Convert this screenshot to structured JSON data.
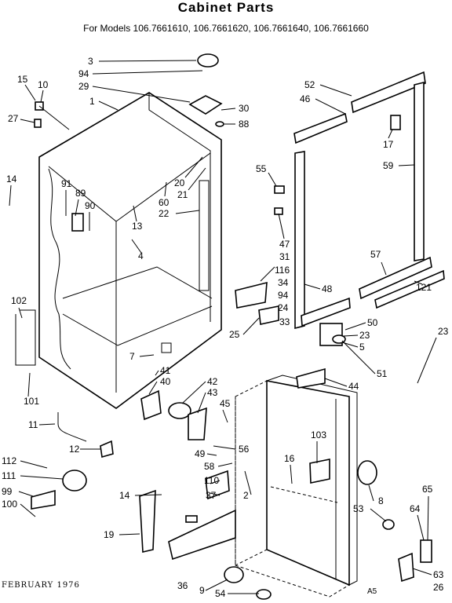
{
  "title": "Cabinet Parts",
  "subtitle": "For Models 106.7661610, 106.7661620, 106.7661640, 106.7661660",
  "footer": "FEBRUARY 1976",
  "mark": "A5",
  "callouts": [
    "3",
    "94",
    "29",
    "1",
    "30",
    "88",
    "15",
    "10",
    "27",
    "52",
    "46",
    "17",
    "59",
    "55",
    "14",
    "91",
    "89",
    "90",
    "20",
    "21",
    "60",
    "22",
    "13",
    "4",
    "47",
    "31",
    "116",
    "34",
    "94",
    "24",
    "33",
    "48",
    "57",
    "121",
    "102",
    "50",
    "23",
    "5",
    "25",
    "7",
    "41",
    "40",
    "42",
    "43",
    "45",
    "51",
    "44",
    "23",
    "101",
    "11",
    "12",
    "56",
    "49",
    "58",
    "103",
    "16",
    "112",
    "111",
    "2",
    "8",
    "110",
    "37",
    "99",
    "100",
    "14",
    "53",
    "65",
    "64",
    "19",
    "36",
    "9",
    "54",
    "63",
    "26"
  ]
}
